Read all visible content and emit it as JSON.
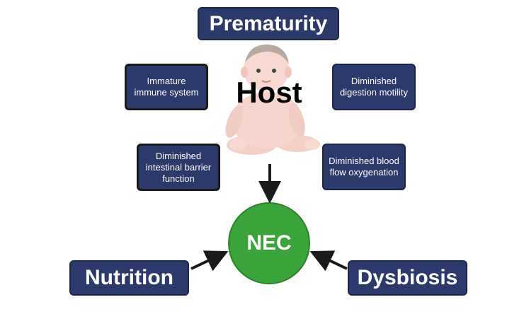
{
  "title": "Prematurity",
  "host": {
    "label": "Host",
    "factors": [
      "Immature immune system",
      "Diminished digestion motility",
      "Diminished intestinal barrier function",
      "Diminished blood flow oxygenation"
    ]
  },
  "outcome": "NEC",
  "contributors": [
    "Nutrition",
    "Dysbiosis"
  ],
  "colors": {
    "box_fill": "#2b3a6b",
    "nec_fill": "#3aa43a",
    "arrow": "#1a1a1a"
  }
}
